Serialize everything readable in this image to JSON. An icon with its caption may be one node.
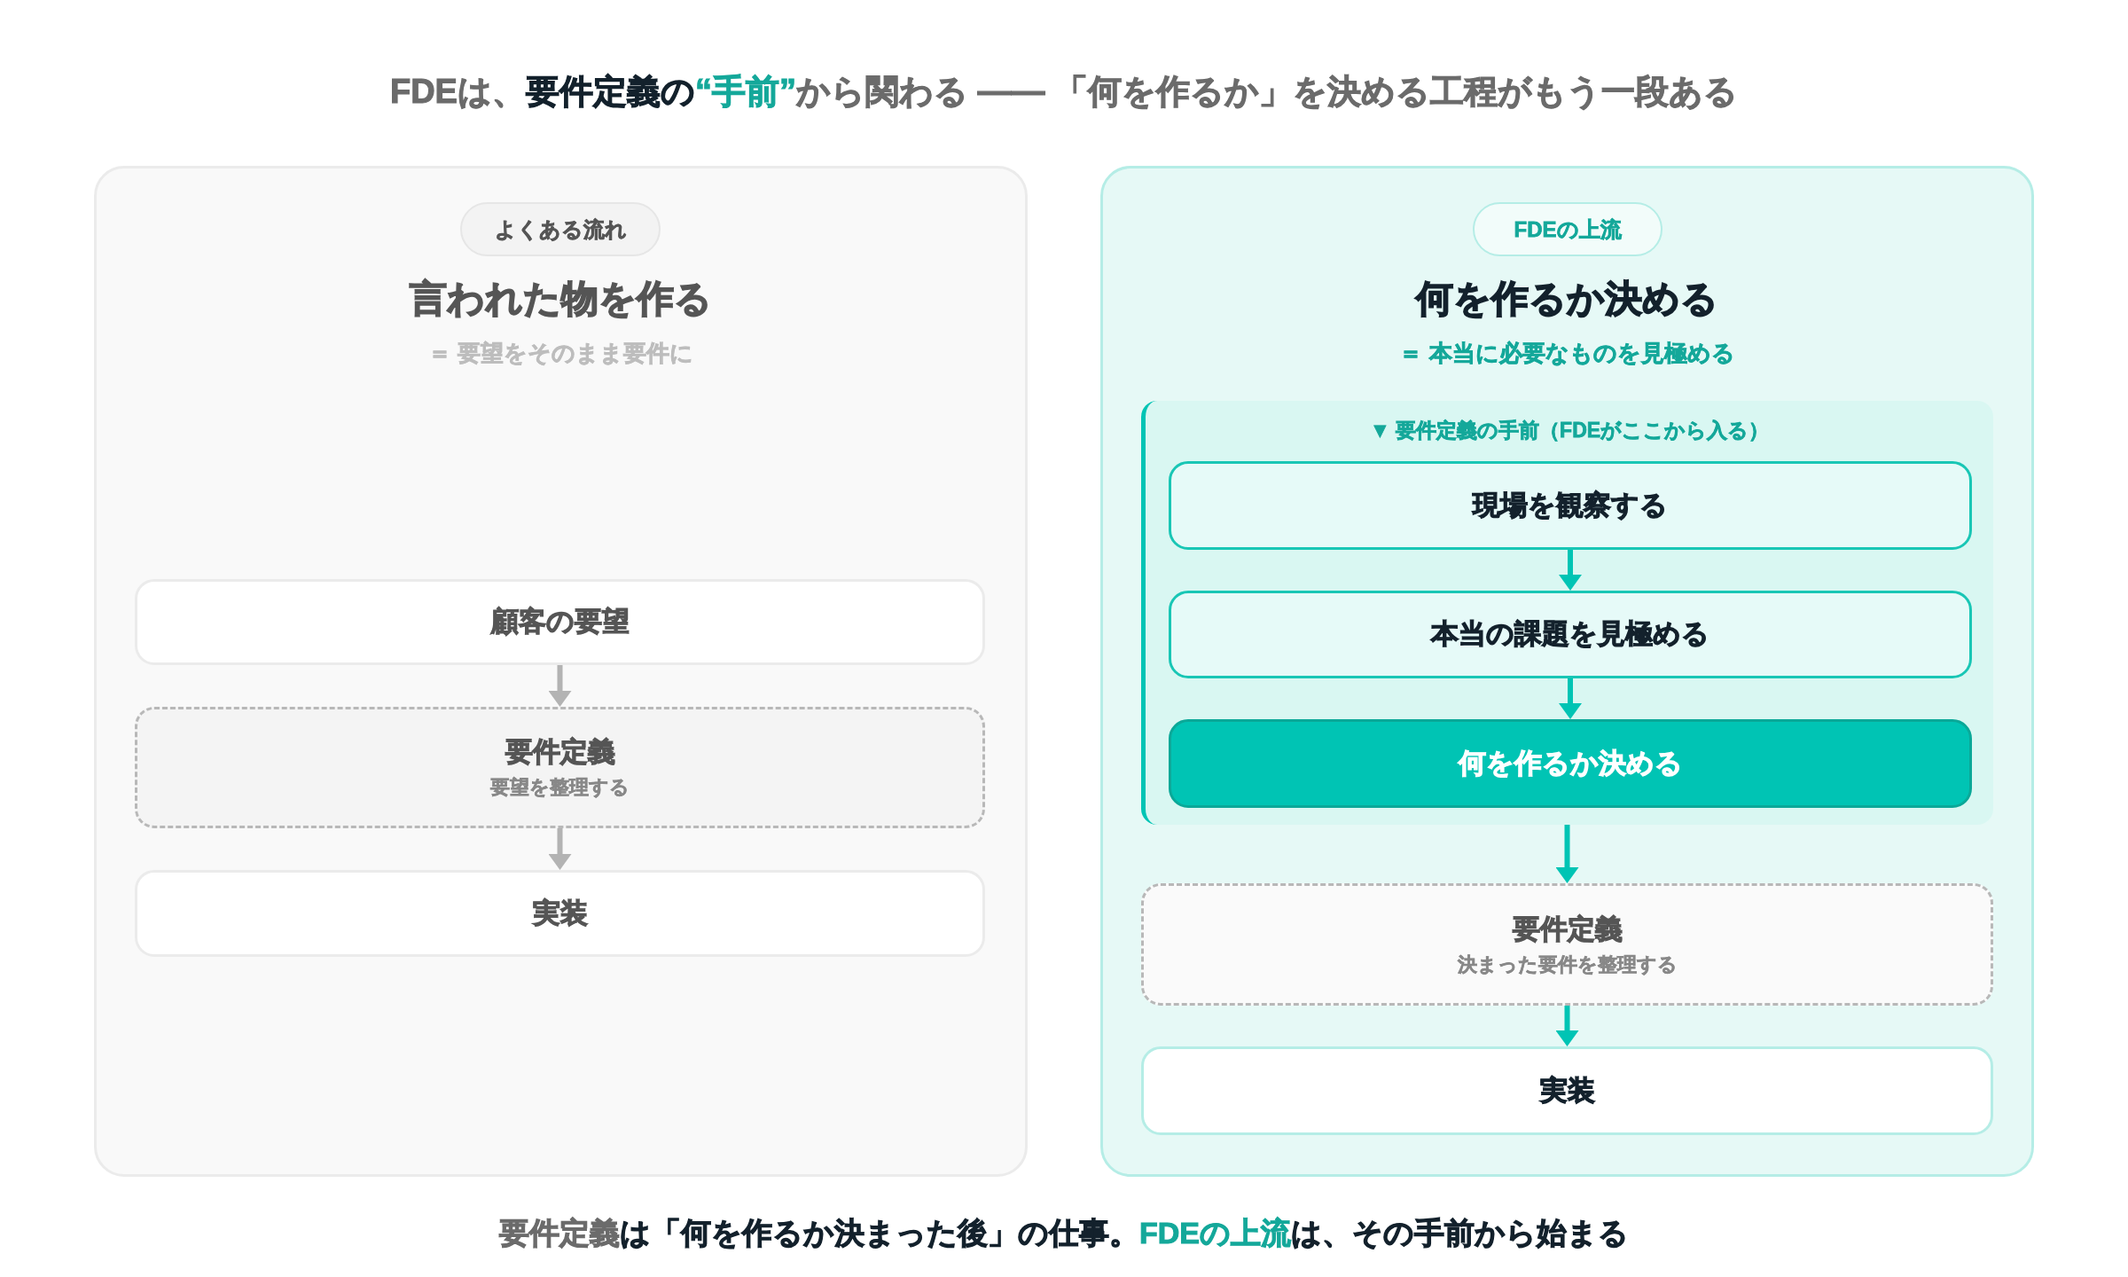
{
  "diagram": {
    "title": "FDEは、**要件定義の****“手前”**から関わる —— 「何を作るか」を決める工程がもう一段ある",
    "nodes": [
      {
        "text": [
          "言われた物を作る",
          "＝ 要望をそのまま要件に"
        ]
      },
      {
        "text": [
          "よくある流れ"
        ],
        "in": 0
      },
      {
        "text": [
          "顧客の要望"
        ],
        "in": 0
      },
      {
        "text": [
          "要件定義",
          "要望を整理する"
        ],
        "in": 0
      },
      {
        "text": [
          "実装"
        ],
        "in": 0
      },
      {
        "text": [
          "何を作るか決める",
          "＝ 本当に必要なものを見極める"
        ]
      },
      {
        "text": [
          "FDEの上流"
        ],
        "in": 5
      },
      {
        "text": [
          "▼ 要件定義の手前（FDEがここから入る）"
        ],
        "in": 5
      },
      {
        "text": [
          "現場を観察する"
        ],
        "in": 7
      },
      {
        "text": [
          "本当の課題を見極める"
        ],
        "in": 7
      },
      {
        "text": [
          "何を作るか決める"
        ],
        "in": 7
      },
      {
        "text": [
          "要件定義",
          "決まった要件を整理する"
        ],
        "in": 5
      },
      {
        "text": [
          "実装"
        ],
        "in": 5
      }
    ],
    "edges": [
      {
        "from": 2,
        "to": 3,
        "arrow": "to",
        "color": "#b3b3b3"
      },
      {
        "from": 3,
        "to": 4,
        "arrow": "to",
        "color": "#b3b3b3"
      },
      {
        "from": 8,
        "to": 9,
        "arrow": "to"
      },
      {
        "from": 9,
        "to": 10,
        "arrow": "to"
      },
      {
        "from": 7,
        "to": 11,
        "arrow": "to"
      },
      {
        "from": 11,
        "to": 12,
        "arrow": "to"
      }
    ],
    "caption": "**要件定義**は「何を作るか決まった後」の仕事。**FDEの上流**は、その手前から始まる"
  }
}
